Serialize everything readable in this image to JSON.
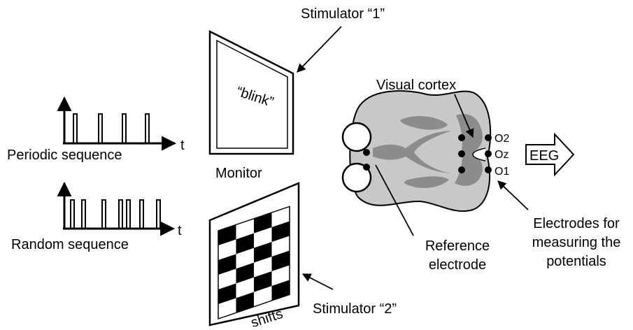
{
  "signals": {
    "periodic_label": "Periodic sequence",
    "random_label": "Random sequence",
    "time_axis_label": "t"
  },
  "stimulators": {
    "stim1_label": "Stimulator “1”",
    "stim1_screen_text": "“blink”",
    "monitor_label": "Monitor",
    "stim2_label": "Stimulator “2”",
    "stim2_screen_text": "shifts"
  },
  "head": {
    "visual_cortex_label": "Visual cortex",
    "electrode_o2": "O2",
    "electrode_oz": "Oz",
    "electrode_o1": "O1",
    "reference_label_line1": "Reference",
    "reference_label_line2": "electrode",
    "electrodes_label_line1": "Electrodes for",
    "electrodes_label_line2": "measuring the",
    "electrodes_label_line3": "potentials",
    "eeg_label": "EEG"
  },
  "colors": {
    "head_fill": "#c8c8c8",
    "cortex_fill": "#8c8c8c",
    "line": "#000000"
  }
}
